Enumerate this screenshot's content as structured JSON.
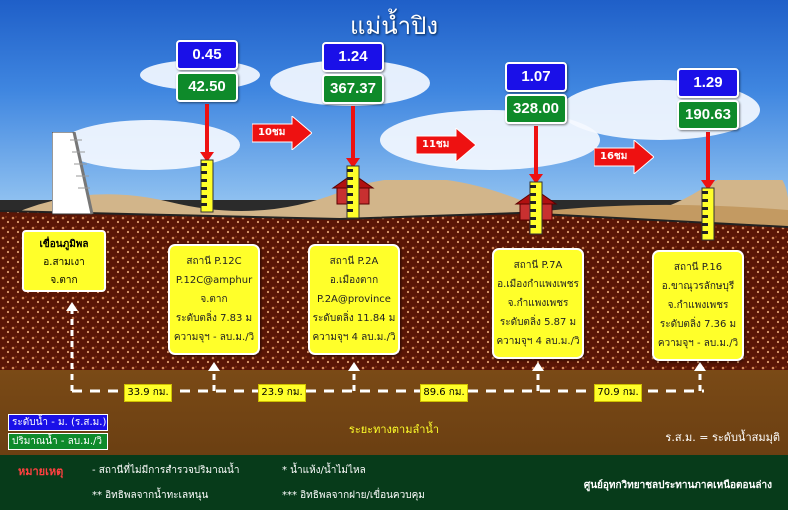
{
  "title": "แม่น้ำปิง",
  "dam": {
    "name": "เขื่อนภูมิพล",
    "district": "อ.สามเงา",
    "province": "จ.ตาก"
  },
  "stations": [
    {
      "name": "สถานี P.12C",
      "amphur": "P.12C@amphur",
      "province": "จ.ตาก",
      "bank": "ระดับตลิ่ง 7.83 ม",
      "capacity": "ความจุฯ - ลบ.ม./วิ",
      "water_level": "0.45",
      "discharge": "42.50"
    },
    {
      "name": "สถานี P.2A",
      "amphur": "อ.เมืองตาก",
      "province": "P.2A@province",
      "bank": "ระดับตลิ่ง 11.84 ม",
      "capacity": "ความจุฯ 4 ลบ.ม./วิ",
      "water_level": "1.24",
      "discharge": "367.37"
    },
    {
      "name": "สถานี P.7A",
      "amphur": "อ.เมืองกำแพงเพชร",
      "province": "จ.กำแพงเพชร",
      "bank": "ระดับตลิ่ง 5.87 ม",
      "capacity": "ความจุฯ 4 ลบ.ม./วิ",
      "water_level": "1.07",
      "discharge": "328.00"
    },
    {
      "name": "สถานี P.16",
      "amphur": "อ.ขาณุวรลักษบุรี",
      "province": "จ.กำแพงเพชร",
      "bank": "ระดับตลิ่ง 7.36 ม",
      "capacity": "ความจุฯ - ลบ.ม./วิ",
      "water_level": "1.29",
      "discharge": "190.63"
    }
  ],
  "travel_times": [
    "10ชม",
    "11ชม",
    "16ชม"
  ],
  "distances": [
    "33.9 กม.",
    "23.9 กม.",
    "89.6 กม.",
    "70.9 กม."
  ],
  "legend": {
    "level": "ระดับน้ำ - ม. (ร.ส.ม.)",
    "flow": "ปริมาณน้ำ - ลบ.ม./วิ",
    "axis": "ระยะทางตามลำน้ำ",
    "msl": "ร.ส.ม. = ระดับน้ำสมมุติ"
  },
  "notes": {
    "heading": "หมายเหตุ",
    "n1": "- สถานีที่ไม่มีการสำรวจปริมาณน้ำ",
    "n2": "* น้ำแห้ง/น้ำไม่ไหล",
    "n3": "** อิทธิพลจากน้ำทะเลหนุน",
    "n4": "*** อิทธิพลจากฝาย/เขื่อนควบคุม"
  },
  "center": "ศูนย์อุทกวิทยาชลประทานภาคเหนือตอนล่าง",
  "colors": {
    "level_box": "#1a10e8",
    "flow_box": "#0e8a2a",
    "station_box": "#ffff2a",
    "arrow": "#ee1111"
  }
}
